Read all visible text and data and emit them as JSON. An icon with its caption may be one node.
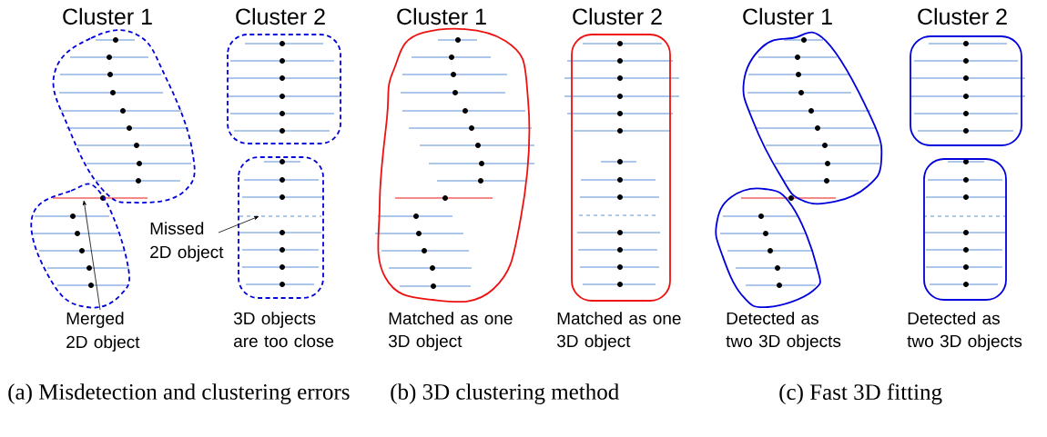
{
  "diagram": {
    "nodes": [
      {
        "text": [
          "Cluster 1"
        ]
      },
      {
        "text": [],
        "shape": "box"
      },
      {
        "text": [
          "Cluster 2"
        ]
      },
      {
        "text": [],
        "shape": "box",
        "beside": [
          "3D objects are too close"
        ]
      },
      {
        "text": [
          "Missed 2D object"
        ]
      },
      {
        "text": [
          "Merged 2D object"
        ]
      },
      {
        "text": [
          "Cluster 1"
        ],
        "beside": [
          "Matched as one 3D object"
        ]
      },
      {
        "text": [
          "Cluster 2"
        ],
        "beside": [
          "Matched as one 3D object"
        ]
      },
      {
        "text": [
          "Cluster 1"
        ]
      },
      {
        "text": [],
        "shape": "box",
        "beside": [
          "Detected as two 3D objects"
        ]
      },
      {
        "text": [
          "Cluster 2"
        ]
      },
      {
        "text": [],
        "shape": "box",
        "beside": [
          "Detected as two 3D objects"
        ]
      }
    ],
    "edges": [
      {
        "from": 4,
        "to": 3,
        "arrow": "to"
      },
      {
        "from": 5,
        "to": 1,
        "arrow": "to"
      }
    ],
    "labels": [
      "(a) Misdetection and clustering errors",
      "(b) 3D clustering method",
      "(c) Fast 3D fitting"
    ]
  }
}
